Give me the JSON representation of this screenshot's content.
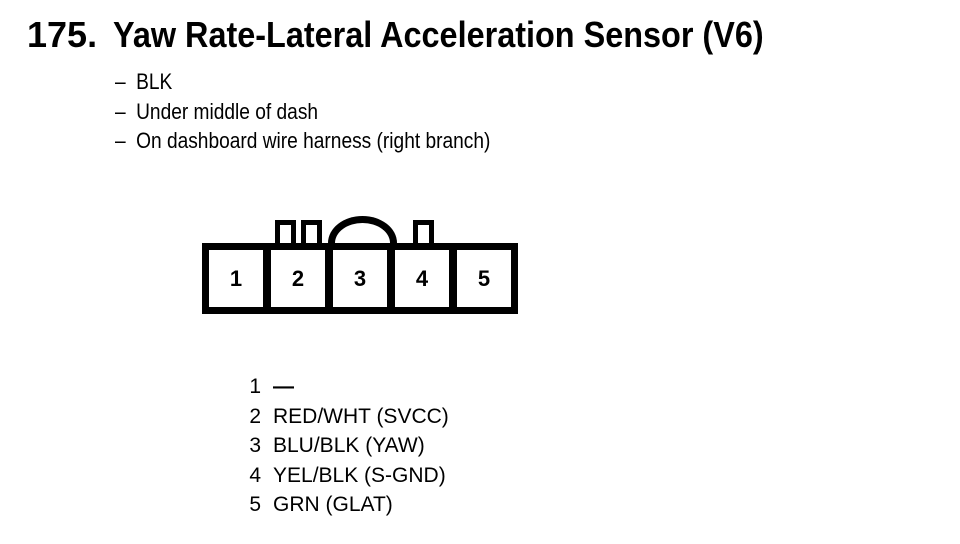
{
  "heading": {
    "number": "175.",
    "title": "Yaw Rate-Lateral Acceleration Sensor (V6)",
    "bullet": "–"
  },
  "notes": [
    "BLK",
    "Under middle of dash",
    "On dashboard wire harness (right branch)"
  ],
  "connector": {
    "cavities": [
      "1",
      "2",
      "3",
      "4",
      "5"
    ]
  },
  "pins": [
    {
      "pin": "1",
      "label": "—"
    },
    {
      "pin": "2",
      "label": "RED/WHT (SVCC)"
    },
    {
      "pin": "3",
      "label": "BLU/BLK (YAW)"
    },
    {
      "pin": "4",
      "label": "YEL/BLK (S-GND)"
    },
    {
      "pin": "5",
      "label": "GRN (GLAT)"
    }
  ],
  "colors": {
    "ink": "#000000",
    "paper": "#ffffff"
  }
}
